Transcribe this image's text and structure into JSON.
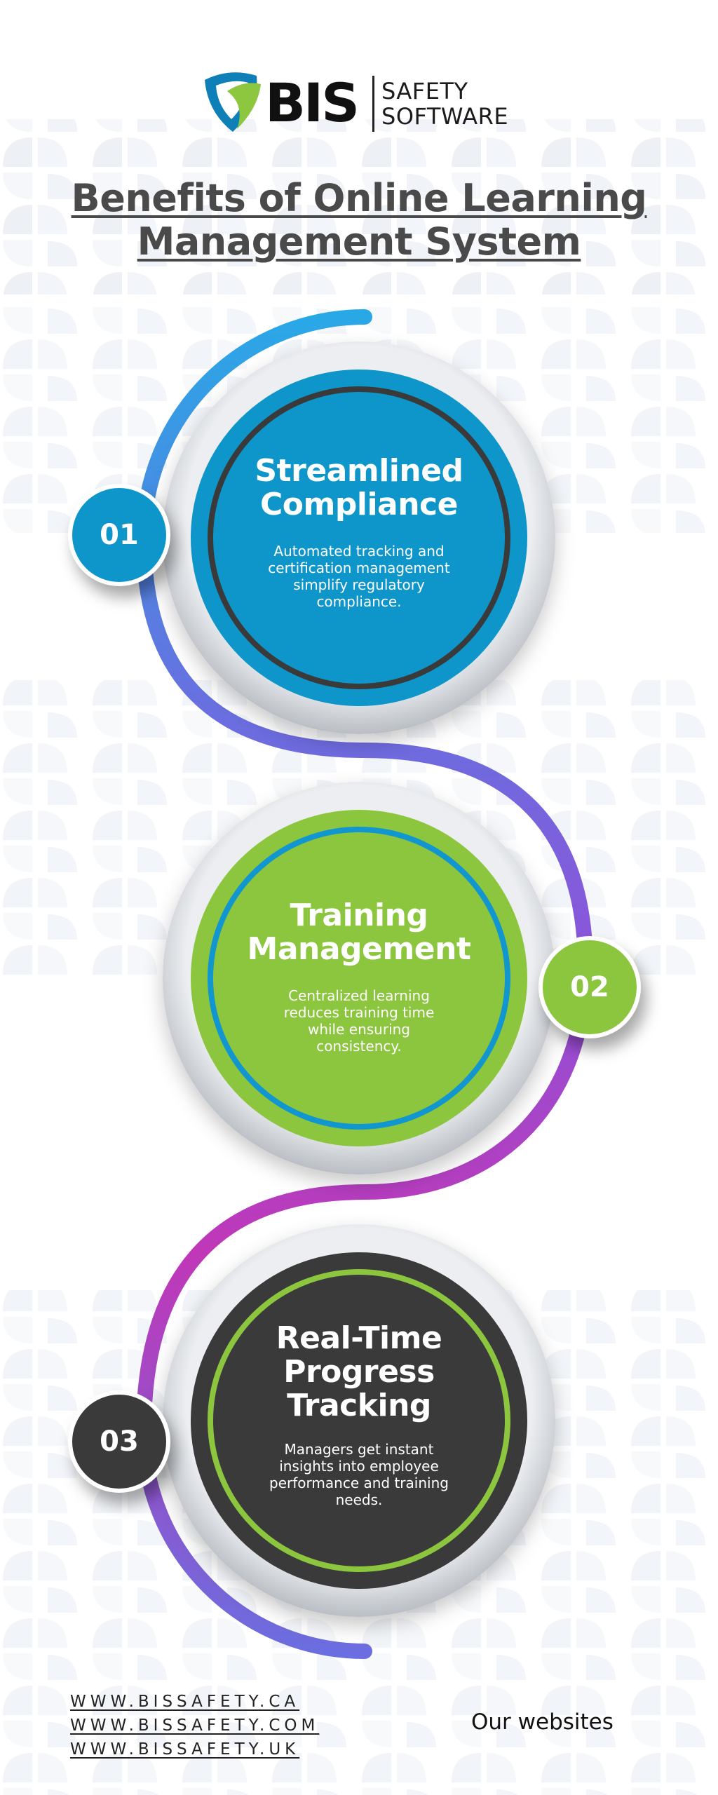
{
  "logo": {
    "brand": "BIS",
    "line1": "SAFETY",
    "line2": "SOFTWARE",
    "colors": {
      "blue": "#0f7fb8",
      "green": "#8dc63f"
    }
  },
  "title": {
    "line1": "Benefits of Online Learning",
    "line2": "Management System"
  },
  "benefits": [
    {
      "number": "01",
      "title_lines": [
        "Streamlined",
        "Compliance"
      ],
      "description_lines": [
        "Automated tracking and",
        "certification management",
        "simplify regulatory",
        "compliance."
      ],
      "fill_color": "#0e95c9",
      "ring_color": "#3a3a3a"
    },
    {
      "number": "02",
      "title_lines": [
        "Training",
        "Management"
      ],
      "description_lines": [
        "Centralized learning",
        "reduces training time",
        "while ensuring",
        "consistency."
      ],
      "fill_color": "#8cc63e",
      "ring_color": "#1296cf"
    },
    {
      "number": "03",
      "title_lines": [
        "Real-Time",
        "Progress",
        "Tracking"
      ],
      "description_lines": [
        "Managers get instant",
        "insights into employee",
        "performance and training",
        "needs."
      ],
      "fill_color": "#3a3a3a",
      "ring_color": "#8cc63e"
    }
  ],
  "footer": {
    "websites": [
      "WWW.BISSAFETY.CA",
      "WWW.BISSAFETY.COM",
      "WWW.BISSAFETY.UK"
    ],
    "label": "Our websites"
  }
}
